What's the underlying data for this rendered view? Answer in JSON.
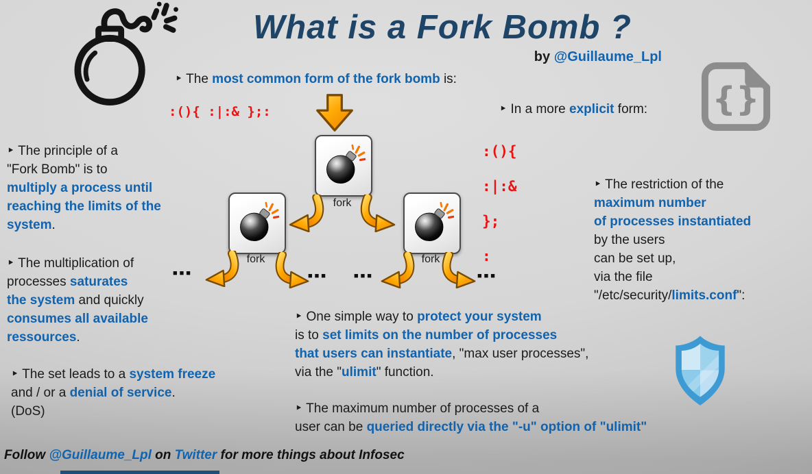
{
  "page": {
    "title": "What is a Fork Bomb ?",
    "byline": [
      {
        "t": "by "
      },
      {
        "t": "@Guillaume_Lpl",
        "c": "hl"
      }
    ],
    "footer": [
      {
        "t": "Follow "
      },
      {
        "t": "@Guillaume_Lpl",
        "c": "hlf"
      },
      {
        "t": " on "
      },
      {
        "t": "Twitter",
        "c": "hlf"
      },
      {
        "t": " for more things about Infosec"
      }
    ]
  },
  "colors": {
    "accent_blue": "#1163ae",
    "title_navy": "#1e4467",
    "code_red": "#e81414",
    "arrow_orange": "#ffa200",
    "shield_blue": "#3e9ad2",
    "icon_grey": "#8d8d8d"
  },
  "intro": [
    {
      "t": "‣ The "
    },
    {
      "t": "most common form of the fork bomb",
      "c": "hl"
    },
    {
      "t": " is:"
    }
  ],
  "code": {
    "compact": ":(){ :|:& };:",
    "explicit": ":(){\n:|:&\n};\n:"
  },
  "explicit_label": [
    {
      "t": "‣ In a more "
    },
    {
      "t": "explicit",
      "c": "hl"
    },
    {
      "t": " form:"
    }
  ],
  "left_column": {
    "principle": [
      {
        "t": "‣ The principle of a\n\"Fork Bomb\" is to\n"
      },
      {
        "t": "multiply a process until\nreaching the limits of the\nsystem",
        "c": "hl"
      },
      {
        "t": "."
      }
    ],
    "multiplication": [
      {
        "t": "‣ The multiplication of\nprocesses "
      },
      {
        "t": "saturates\nthe system",
        "c": "hl"
      },
      {
        "t": " and quickly\n"
      },
      {
        "t": "consumes all available\nressources",
        "c": "hl"
      },
      {
        "t": "."
      }
    ],
    "freeze": [
      {
        "t": "‣ The set leads to a "
      },
      {
        "t": "system freeze",
        "c": "hl"
      },
      {
        "t": "\nand / or a "
      },
      {
        "t": "denial of service",
        "c": "hl"
      },
      {
        "t": ".\n(DoS)"
      }
    ]
  },
  "right_column": {
    "restriction": [
      {
        "t": "‣ The restriction of the\n"
      },
      {
        "t": "maximum number\nof processes instantiated",
        "c": "hl"
      },
      {
        "t": "\nby the users\ncan be set up,\nvia the file\n\"/etc/security/"
      },
      {
        "t": "limits.conf",
        "c": "hl"
      },
      {
        "t": "\":"
      }
    ]
  },
  "center": {
    "protect": [
      {
        "t": "‣ One simple way to "
      },
      {
        "t": "protect your system",
        "c": "hl"
      },
      {
        "t": "\nis to "
      },
      {
        "t": "set limits on the number of processes\nthat users can instantiate",
        "c": "hl"
      },
      {
        "t": ", \"max user processes\",\nvia the \""
      },
      {
        "t": "ulimit",
        "c": "hl"
      },
      {
        "t": "\" function."
      }
    ],
    "query": [
      {
        "t": "‣ The maximum number of processes of a\nuser can be "
      },
      {
        "t": "queried directly via the \"-u\" option of \"ulimit\"",
        "c": "hl"
      }
    ]
  },
  "diagram": {
    "fork_label": "fork",
    "dots": "■■■"
  },
  "icons": {
    "braces": "{}"
  }
}
